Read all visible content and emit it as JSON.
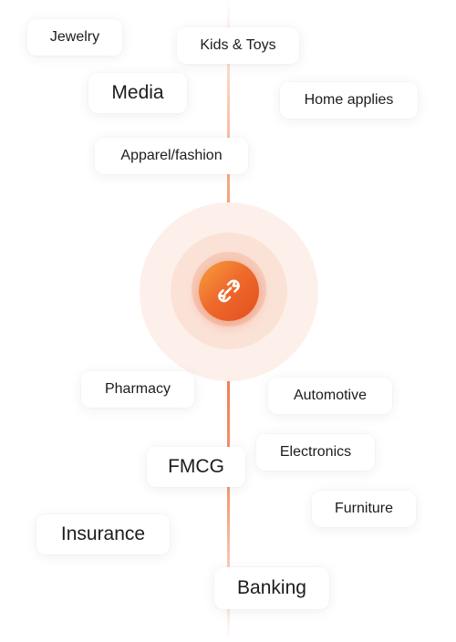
{
  "hub": {
    "icon": "sync-link-icon",
    "accent": "#ef6b2c"
  },
  "categories": [
    {
      "label": "Jewelry"
    },
    {
      "label": "Kids & Toys"
    },
    {
      "label": "Media"
    },
    {
      "label": "Home applies"
    },
    {
      "label": "Apparel/fashion"
    },
    {
      "label": "Pharmacy"
    },
    {
      "label": "Automotive"
    },
    {
      "label": "Electronics"
    },
    {
      "label": "FMCG"
    },
    {
      "label": "Furniture"
    },
    {
      "label": "Insurance"
    },
    {
      "label": "Banking"
    }
  ]
}
